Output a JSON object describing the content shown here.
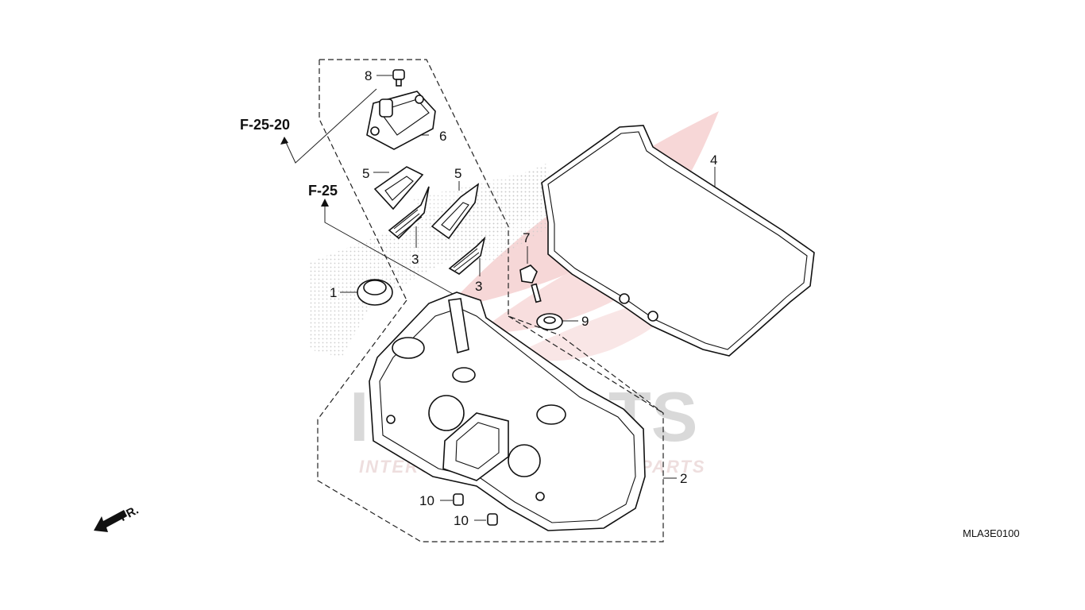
{
  "watermark": {
    "brand": "ICSPARTS",
    "tagline": "INTERCONTINENTAL SPARE PARTS",
    "colors": {
      "wing": "#f2c4c4",
      "text": "#d9d9d9",
      "dots": "#c8c8c8"
    }
  },
  "references": {
    "ref_upper": "F-25-20",
    "ref_lower": "F-25"
  },
  "callouts": {
    "c1": "1",
    "c2": "2",
    "c3a": "3",
    "c3b": "3",
    "c4": "4",
    "c5a": "5",
    "c5b": "5",
    "c6": "6",
    "c7": "7",
    "c8": "8",
    "c9": "9",
    "c10a": "10",
    "c10b": "10"
  },
  "front_indicator": {
    "label": "FR.",
    "icon": "front-arrow-icon"
  },
  "diagram_code": "MLA3E0100"
}
